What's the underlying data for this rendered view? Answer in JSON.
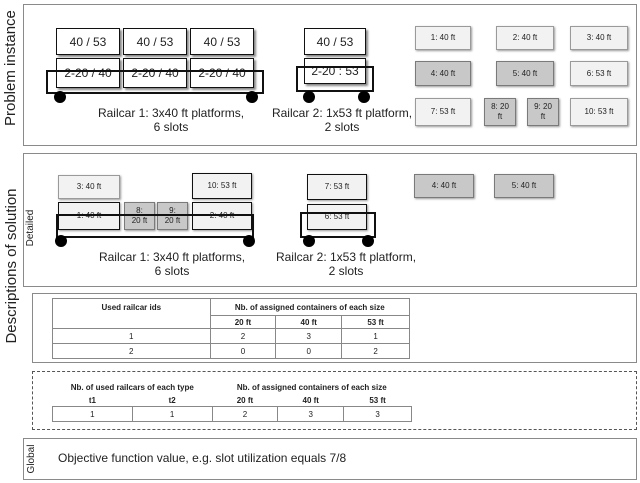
{
  "side_labels": {
    "problem": "Problem instance",
    "solution": "Descriptions of solution",
    "detailed": "Detailed",
    "global": "Global"
  },
  "problem": {
    "railcar1": {
      "top": [
        "40 / 53",
        "40 / 53",
        "40 / 53"
      ],
      "bottom": [
        "2-20 / 40",
        "2-20 / 40",
        "2-20 / 40"
      ],
      "caption_line1": "Railcar 1: 3x40 ft platforms,",
      "caption_line2": "6 slots"
    },
    "railcar2": {
      "top": [
        "40 / 53"
      ],
      "bottom": [
        "2-20 : 53"
      ],
      "caption_line1": "Railcar 2: 1x53 ft platform,",
      "caption_line2": "2 slots"
    },
    "containers": [
      {
        "line1": "1: 40 ft",
        "line2": "",
        "dark": false
      },
      {
        "line1": "2: 40 ft",
        "line2": "",
        "dark": false
      },
      {
        "line1": "3: 40 ft",
        "line2": "",
        "dark": false
      },
      {
        "line1": "4: 40 ft",
        "line2": "",
        "dark": true
      },
      {
        "line1": "5: 40 ft",
        "line2": "",
        "dark": true
      },
      {
        "line1": "6: 53 ft",
        "line2": "",
        "dark": false
      },
      {
        "line1": "7: 53 ft",
        "line2": "",
        "dark": false
      },
      {
        "line1": "8: 20",
        "line2": "ft",
        "dark": true
      },
      {
        "line1": "9: 20",
        "line2": "ft",
        "dark": true
      },
      {
        "line1": "10: 53 ft",
        "line2": "",
        "dark": false
      }
    ]
  },
  "detailed": {
    "railcar1": {
      "c3": "3: 40 ft",
      "c10": "10: 53 ft",
      "c1": "1: 40 ft",
      "c8a": "8:",
      "c8b": "20 ft",
      "c9a": "9:",
      "c9b": "20 ft",
      "c2": "2: 40 ft",
      "caption_line1": "Railcar 1: 3x40 ft platforms,",
      "caption_line2": "6 slots"
    },
    "railcar2": {
      "c7": "7: 53 ft",
      "c6": "6: 53 ft",
      "caption_line1": "Railcar 2: 1x53 ft platform,",
      "caption_line2": "2 slots"
    },
    "unassigned": [
      "4: 40 ft",
      "5: 40 ft"
    ]
  },
  "table1": {
    "header_ids": "Used railcar ids",
    "header_nb": "Nb. of assigned containers  of each size",
    "sizes": [
      "20 ft",
      "40 ft",
      "53 ft"
    ],
    "rows": [
      {
        "id": "1",
        "v": [
          "2",
          "3",
          "1"
        ]
      },
      {
        "id": "2",
        "v": [
          "0",
          "0",
          "2"
        ]
      }
    ]
  },
  "table2": {
    "header_types": "Nb. of used railcars of  each type",
    "header_nb": "Nb. of assigned containers of each size",
    "types": [
      "t1",
      "t2"
    ],
    "sizes": [
      "20 ft",
      "40 ft",
      "53 ft"
    ],
    "row": [
      "1",
      "1",
      "2",
      "3",
      "3"
    ]
  },
  "global": {
    "text": "Objective function value, e.g. slot utilization equals 7/8"
  }
}
